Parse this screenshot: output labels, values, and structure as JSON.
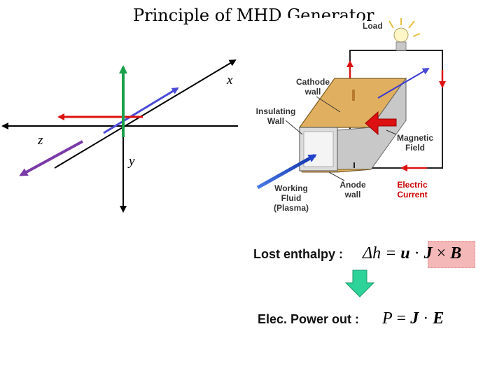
{
  "title": "Principle of MHD Generator",
  "axes": {
    "x": "x",
    "y": "y",
    "z": "z"
  },
  "diagram": {
    "load": "Load",
    "cathode_wall": "Cathode\nwall",
    "insulating_wall": "Insulating\nWall",
    "magnetic_field": "Magnetic\nField",
    "working_fluid": "Working\nFluid\n(Plasma)",
    "anode_wall": "Anode\nwall",
    "electric_current": "Electric\nCurrent"
  },
  "equations": {
    "lost_enthalpy_label": "Lost enthalpy :",
    "lost_enthalpy_lhs": "Δh = ",
    "lost_enthalpy_u": "u",
    "lost_enthalpy_dot": " · ",
    "lost_enthalpy_J": "J",
    "lost_enthalpy_times": " × ",
    "lost_enthalpy_B": "B",
    "power_label": "Elec. Power out :",
    "power_P": "P",
    "power_eq": " = ",
    "power_J": "J",
    "power_dot": " · ",
    "power_E": "E"
  },
  "colors": {
    "x_vector": "#4a4ad8",
    "y_vector": "#1aa04a",
    "z_vector": "#7a3aa8",
    "red_vector": "#dd1111",
    "transition_arrow": "#2ed39a",
    "jxb_highlight": "#f5b8b8"
  }
}
